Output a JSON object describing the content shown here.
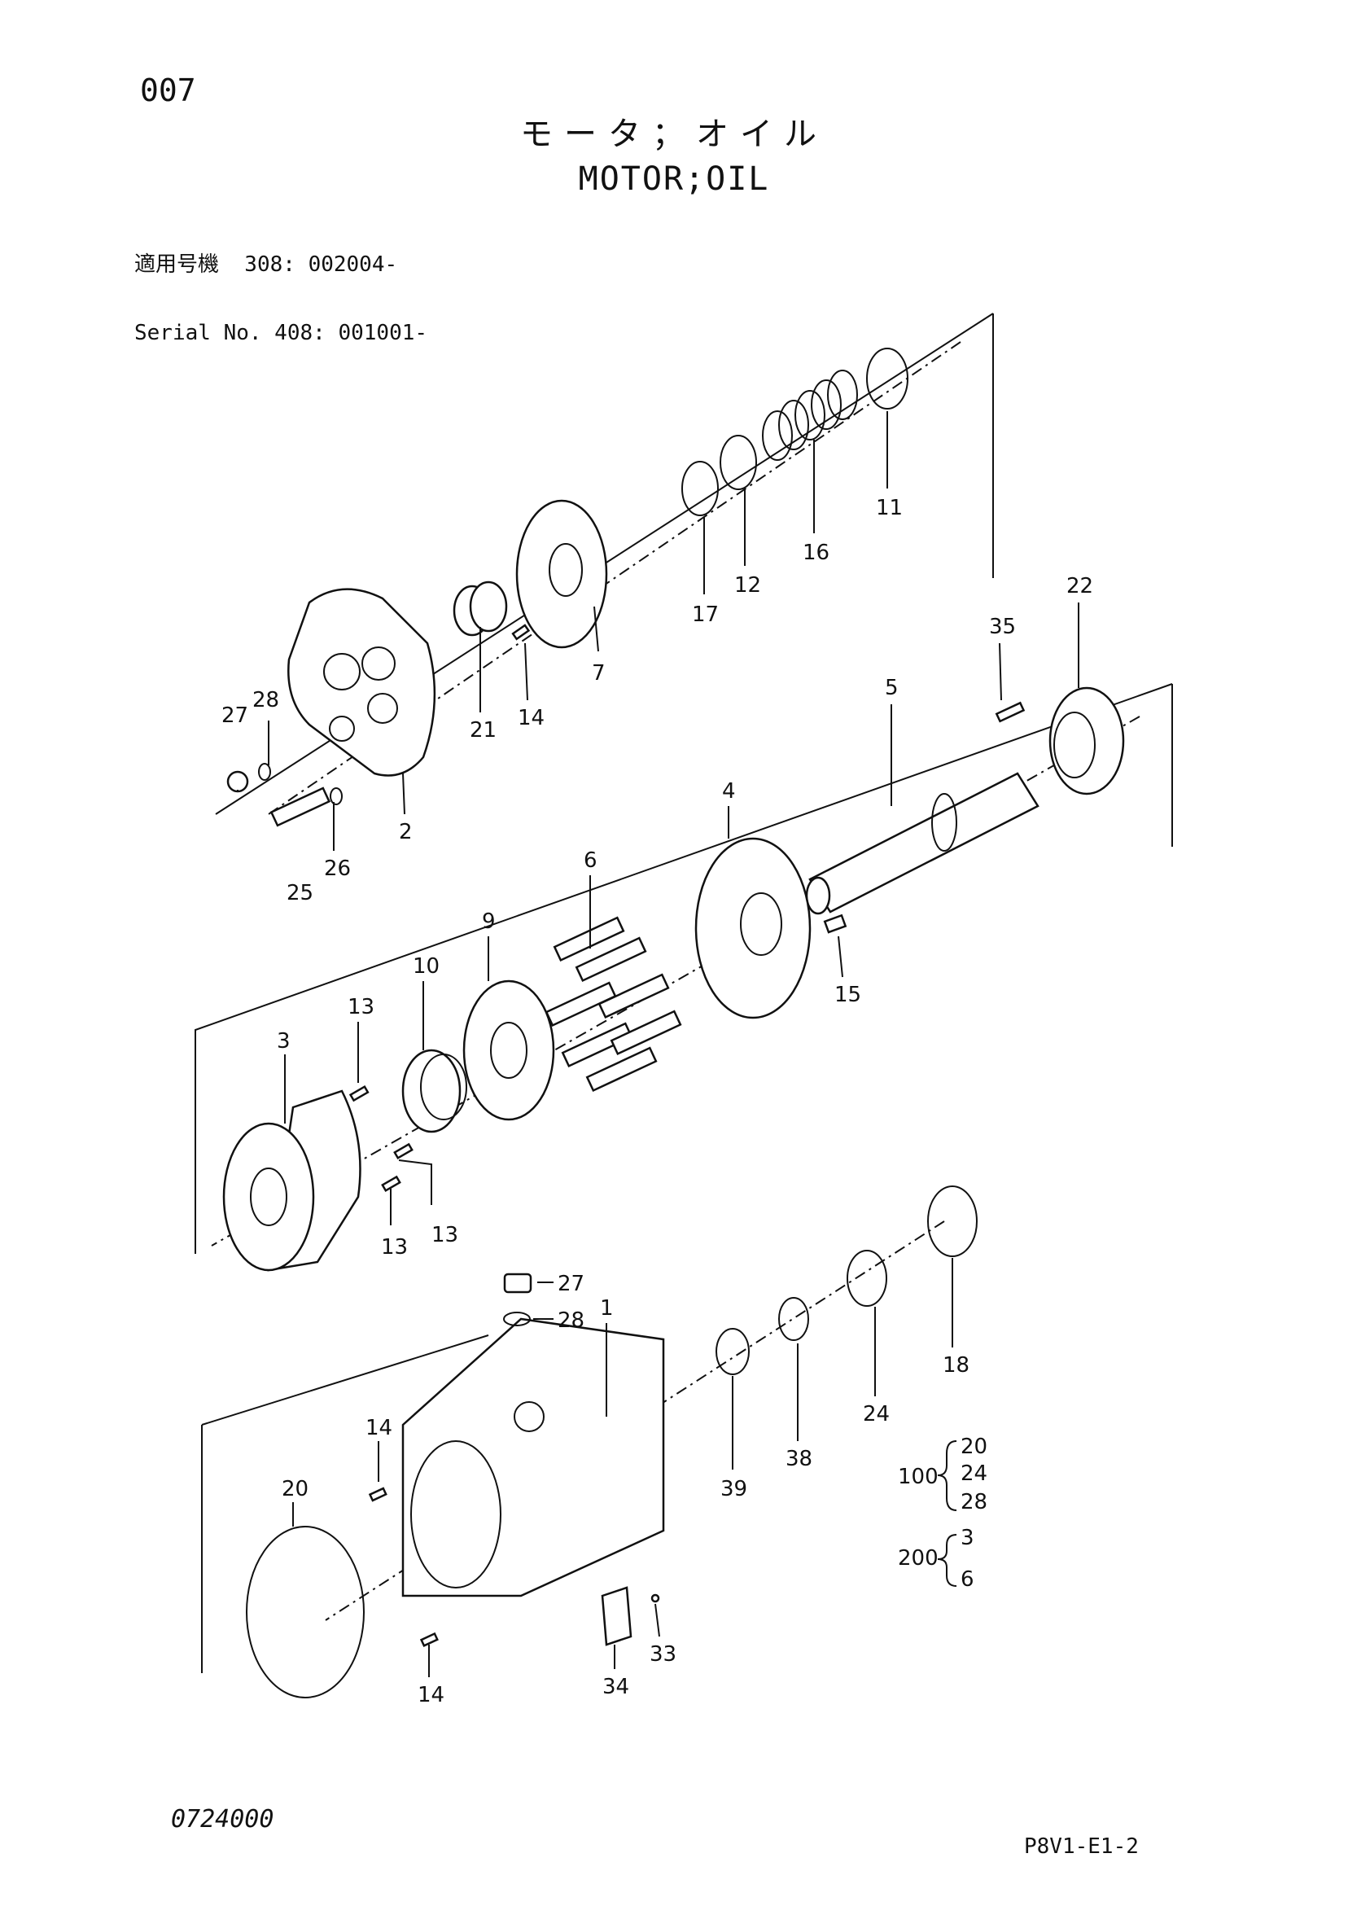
{
  "header": {
    "page_no": "007",
    "title_jp": "モータ；オイル",
    "title_en": "MOTOR;OIL",
    "serial_line1": "適用号機  308: 002004-",
    "serial_line2": "Serial No. 408: 001001-"
  },
  "footer": {
    "doc_no": "0724000",
    "ref_code": "P8V1-E1-2"
  },
  "callouts": {
    "c1": "1",
    "c2": "2",
    "c3": "3",
    "c4": "4",
    "c5": "5",
    "c6": "6",
    "c7": "7",
    "c9": "9",
    "c10": "10",
    "c11": "11",
    "c12": "12",
    "c13a": "13",
    "c13b": "13",
    "c13c": "13",
    "c14a": "14",
    "c14b": "14",
    "c14c": "14",
    "c15": "15",
    "c16": "16",
    "c17": "17",
    "c18": "18",
    "c20": "20",
    "c21": "21",
    "c22": "22",
    "c24": "24",
    "c25": "25",
    "c26": "26",
    "c27a": "27",
    "c27b": "27",
    "c28a": "28",
    "c28b": "28",
    "c33": "33",
    "c34": "34",
    "c35": "35",
    "c38": "38",
    "c39": "39"
  },
  "kits": [
    {
      "id": "100",
      "items": [
        "20",
        "24",
        "28"
      ]
    },
    {
      "id": "200",
      "items": [
        "3",
        "6"
      ]
    }
  ]
}
